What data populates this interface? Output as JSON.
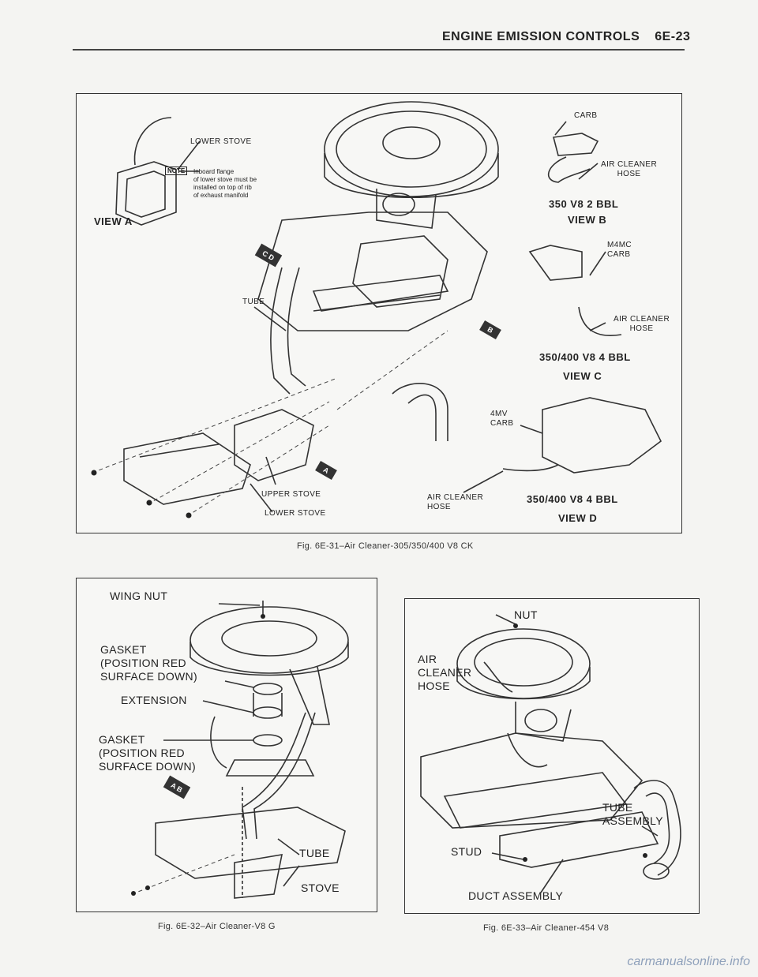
{
  "header": {
    "title": "ENGINE EMISSION CONTROLS",
    "page": "6E-23"
  },
  "fig31": {
    "caption": "Fig. 6E-31–Air Cleaner-305/350/400 V8 CK",
    "view_a": "VIEW A",
    "lower_stove_top": "LOWER STOVE",
    "note_tag": "NOTE",
    "note_text": "Inboard flange\nof lower stove must be\ninstalled on top of rib\nof exhaust manifold",
    "carb": "CARB",
    "air_cleaner_hose_b": "AIR CLEANER\nHOSE",
    "engine_b": "350 V8 2 BBL",
    "view_b": "VIEW B",
    "m4mc_carb": "M4MC\nCARB",
    "air_cleaner_hose_c": "AIR CLEANER\nHOSE",
    "engine_c": "350/400 V8 4 BBL",
    "view_c": "VIEW C",
    "tube": "TUBE",
    "badge_cd": "C D",
    "badge_b": "B",
    "badge_a": "A",
    "mv_carb": "4MV\nCARB",
    "upper_stove": "UPPER STOVE",
    "lower_stove_bottom": "LOWER STOVE",
    "air_cleaner_hose_d": "AIR CLEANER\nHOSE",
    "engine_d": "350/400 V8 4 BBL",
    "view_d": "VIEW D"
  },
  "fig32": {
    "caption": "Fig. 6E-32–Air Cleaner-V8 G",
    "wing_nut": "WING NUT",
    "gasket_1": "GASKET\n(POSITION RED\nSURFACE DOWN)",
    "extension": "EXTENSION",
    "gasket_2": "GASKET\n(POSITION RED\nSURFACE DOWN)",
    "badge_ab": "A B",
    "tube": "TUBE",
    "stove": "STOVE"
  },
  "fig33": {
    "caption": "Fig. 6E-33–Air Cleaner-454 V8",
    "nut": "NUT",
    "air_cleaner_hose": "AIR\nCLEANER\nHOSE",
    "tube_assembly": "TUBE\nASSEMBLY",
    "stud": "STUD",
    "duct_assembly": "DUCT ASSEMBLY"
  },
  "watermark": "carmanualsonline.info"
}
